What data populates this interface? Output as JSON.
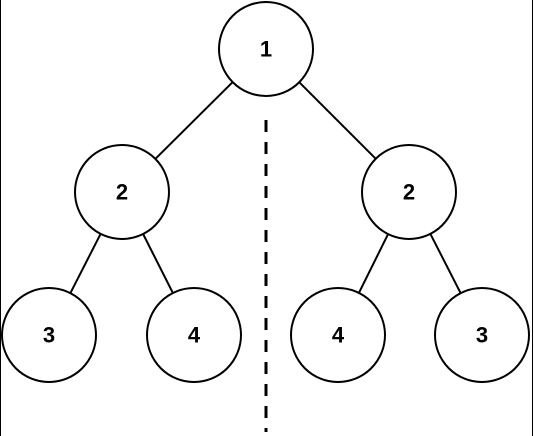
{
  "diagram": {
    "nodes": [
      {
        "id": "root",
        "label": "1"
      },
      {
        "id": "left",
        "label": "2"
      },
      {
        "id": "right",
        "label": "2"
      },
      {
        "id": "left-left",
        "label": "3"
      },
      {
        "id": "left-right",
        "label": "4"
      },
      {
        "id": "right-left",
        "label": "4"
      },
      {
        "id": "right-right",
        "label": "3"
      }
    ],
    "edges": [
      {
        "from": "root",
        "to": "left"
      },
      {
        "from": "root",
        "to": "right"
      },
      {
        "from": "left",
        "to": "left-left"
      },
      {
        "from": "left",
        "to": "left-right"
      },
      {
        "from": "right",
        "to": "right-left"
      },
      {
        "from": "right",
        "to": "right-right"
      }
    ],
    "colors": {
      "stroke": "#000000",
      "fill": "#ffffff",
      "text": "#000000"
    }
  }
}
